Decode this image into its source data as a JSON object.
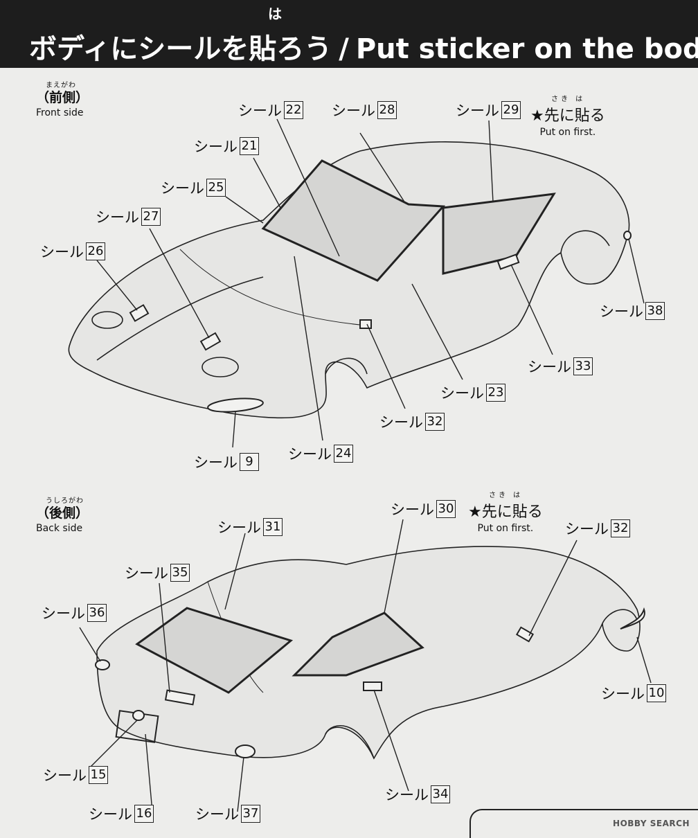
{
  "header": {
    "ruby": "は",
    "title_jp": "ボディにシールを貼ろう",
    "separator": "/",
    "title_en": "Put sticker on the body."
  },
  "front": {
    "ruby": "まえがわ",
    "label_jp": "（前側）",
    "label_en": "Front side",
    "put_on_ruby": "さき は",
    "put_on_jp": "★先に貼る",
    "put_on_en": "Put on first."
  },
  "back": {
    "ruby": "うしろがわ",
    "label_jp": "（後側）",
    "label_en": "Back side",
    "put_on_ruby": "さき は",
    "put_on_jp": "★先に貼る",
    "put_on_en": "Put on first."
  },
  "sticker_word": "シール",
  "front_callouts": [
    {
      "num": "22"
    },
    {
      "num": "28"
    },
    {
      "num": "29"
    },
    {
      "num": "21"
    },
    {
      "num": "25"
    },
    {
      "num": "27"
    },
    {
      "num": "26"
    },
    {
      "num": "38"
    },
    {
      "num": "33"
    },
    {
      "num": "23"
    },
    {
      "num": "32"
    },
    {
      "num": "24"
    },
    {
      "num": "9"
    }
  ],
  "back_callouts": [
    {
      "num": "31"
    },
    {
      "num": "30"
    },
    {
      "num": "32"
    },
    {
      "num": "35"
    },
    {
      "num": "36"
    },
    {
      "num": "10"
    },
    {
      "num": "15"
    },
    {
      "num": "34"
    },
    {
      "num": "16"
    },
    {
      "num": "37"
    }
  ],
  "watermark": "HOBBY SEARCH"
}
